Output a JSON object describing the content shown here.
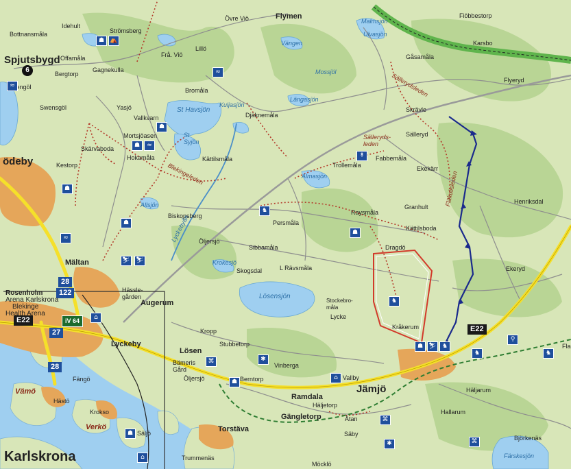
{
  "colors": {
    "land": "#d8e6b8",
    "forest": "#b9d595",
    "water": "#9fcff0",
    "town": "#e5a65a",
    "road_main": "#f5e02a",
    "trail_red": "#b33a2a",
    "trail_green": "#2e7d32",
    "route_blue": "#1a2a8c",
    "park_green": "#5fb44c"
  },
  "roads": {
    "e22_a": "E22",
    "e22_b": "E22",
    "route_28a": "28",
    "route_122": "122",
    "route_27": "27",
    "route_28b": "28",
    "route_64": "iV 64",
    "route_6": "6"
  },
  "places": {
    "spjutsbygd": "Spjutsbygd",
    "odeby": "ödeby",
    "karlskrona": "Karlskrona",
    "jamjo": "Jämjö",
    "ramdala": "Ramdala",
    "flymen": "Flymen",
    "maltan": "Mältan",
    "augerum": "Augerum",
    "losen": "Lösen",
    "lyckeby": "Lyckeby",
    "torstava": "Torstäva",
    "gangletorp": "Gängletorp",
    "varno": "Vämö",
    "verko": "Verkö",
    "rosenholm": "Rosenholm",
    "arena_karlskrona": "Arena Karlskrona",
    "blekinge": "Blekinge",
    "health_arena": "Health Arena",
    "hasslegarden": "Hässle-\ngården",
    "stengol": "Stengöl",
    "bergtorp": "Bergtorp",
    "gagnekulla": "Gagnekulla",
    "offamala": "Offamåla",
    "bottnansmala": "Bottnansmåla",
    "idehult": "Idehult",
    "stromsberg": "Strömsberg",
    "ovre_vio": "Övre Viö",
    "fra_vio": "Frå. Viö",
    "lillo": "Lillö",
    "bromala": "Bromåla",
    "djakmala": "Djäknemåla",
    "swensgol": "Swensgöl",
    "yasjo": "Yasjö",
    "vallkvarn": "Vallkvarn",
    "skarvaboda": "Skärvaboda",
    "kestorp": "Kestorp",
    "hokamala": "Hokamåla",
    "mortsjoasen": "Mortsjöasen",
    "kattilsmala": "Kättilsmåla",
    "biskopsberg": "Biskopsberg",
    "persmala": "Persmåla",
    "raysmala": "Raysmåla",
    "trollemala": "Trollemåla",
    "salleryd": "Sälleryd",
    "skravle": "Skrävle",
    "fabbemala": "Fabbemåla",
    "ekekarr": "Ekekärr",
    "granhult": "Granhult",
    "kattilsboda": "Kättilsboda",
    "dragdo": "Dragdö",
    "ekeryd": "Ekeryd",
    "henriksdal": "Henriksdal",
    "flyeryd": "Flyeryd",
    "karsbo": "Karsbo",
    "gasamala": "Gåsamåla",
    "fobbestorp": "Fiöbbestorp",
    "oljersjo": "Öljersjö",
    "sibbamala": "Sibbamåla",
    "skogsdal": "Skogsdal",
    "ravsmala": "L Rävsmåla",
    "stockebro": "Stockebro-\nmåla",
    "lycke": "Lycke",
    "krakerum": "Kråkerum",
    "kropp": "Kropp",
    "stubbetorp": "Stubbetorp",
    "vinberga": "Vinberga",
    "bameris": "Bämeris\nGård",
    "oljersjo2": "Öljersjö",
    "berntorp": "Berntorp",
    "vallby": "Vallby",
    "haljetorp": "Häljetorp",
    "atan": "Åtan",
    "saby": "Säby",
    "hallarum": "Hallarum",
    "haljarum": "Häljarum",
    "bjorkenas": "Björkenäs",
    "trummenas": "Trummenäs",
    "mocklo": "Möcklö",
    "krokso": "Krokso",
    "hasto": "Hästö",
    "sáljö": "Säljö",
    "fangö": "Fängö",
    "flaca": "Flaca"
  },
  "waters": {
    "st_havsjon": "St Havsjön",
    "st_skjon": "St\nSyjön",
    "losensjon": "Lösensjön",
    "almasjon": "Almasjön",
    "allsjon": "Allsjön",
    "langasjon": "Längasjön",
    "krokesjo": "Krokesjö",
    "vangen": "Vängen",
    "mossjol": "Mossjöl",
    "kuljasjon": "Kuljasjön",
    "lyckeban": "Lyckebyån",
    "ulvasjon": "Ulvasjön",
    "malmsjon": "Malmsjön",
    "farskesjon": "Färskesjön"
  },
  "trails": {
    "sallerydsleden": "Sällerydsleden",
    "salleryds_leden": "Sälleryds-\nleden",
    "blekingeleden": "Blekingeleden",
    "flakulsleden": "Fläkulisleden"
  }
}
